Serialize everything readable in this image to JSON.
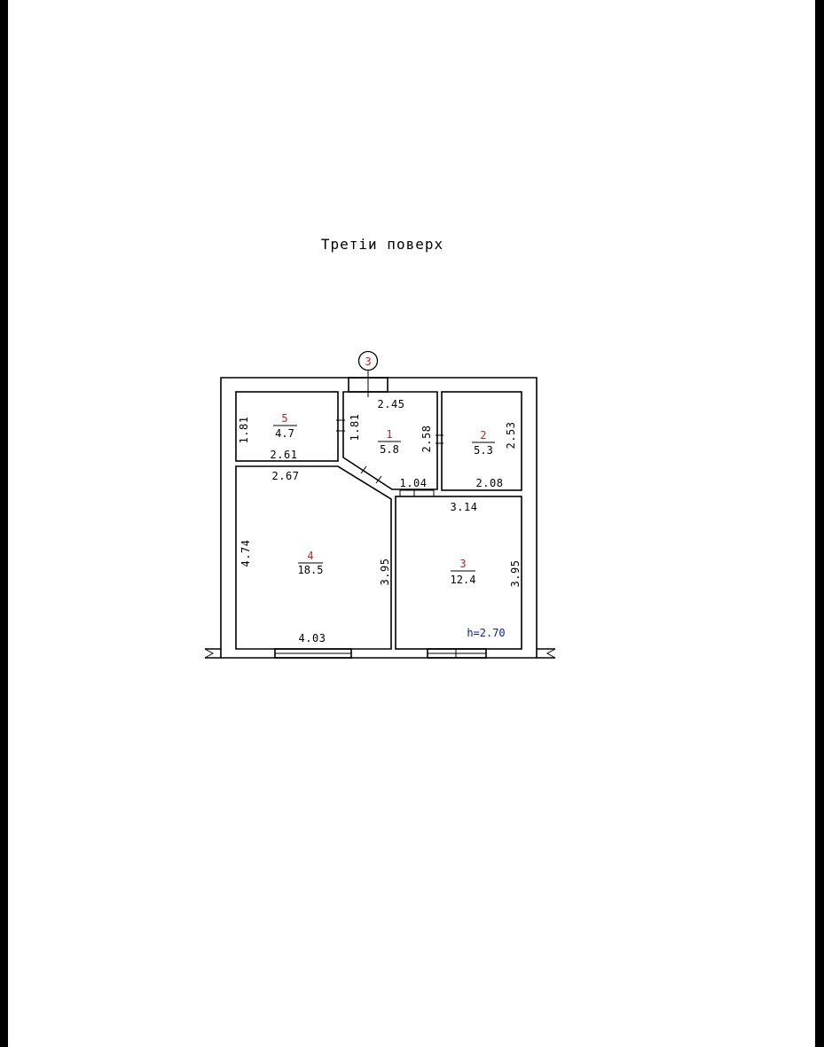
{
  "title": "Третiи поверх",
  "stair_marker": "3",
  "height_label": "h=2.70",
  "rooms": [
    {
      "id": "room-5",
      "number": "5",
      "area": "4.7"
    },
    {
      "id": "room-1",
      "number": "1",
      "area": "5.8"
    },
    {
      "id": "room-2",
      "number": "2",
      "area": "5.3"
    },
    {
      "id": "room-4",
      "number": "4",
      "area": "18.5"
    },
    {
      "id": "room-3",
      "number": "3",
      "area": "12.4"
    }
  ],
  "dimensions": {
    "room5_height": "1.81",
    "room5_bottom": "2.61",
    "room1_left": "1.81",
    "room1_top": "2.45",
    "room1_right": "2.58",
    "room2_right": "2.53",
    "room2_bottom": "2.08",
    "room4_top": "2.67",
    "room4_left": "4.74",
    "room4_right": "3.95",
    "room4_bottom": "4.03",
    "room1_bottom": "1.04",
    "room3_top": "3.14",
    "room3_right": "3.95"
  }
}
